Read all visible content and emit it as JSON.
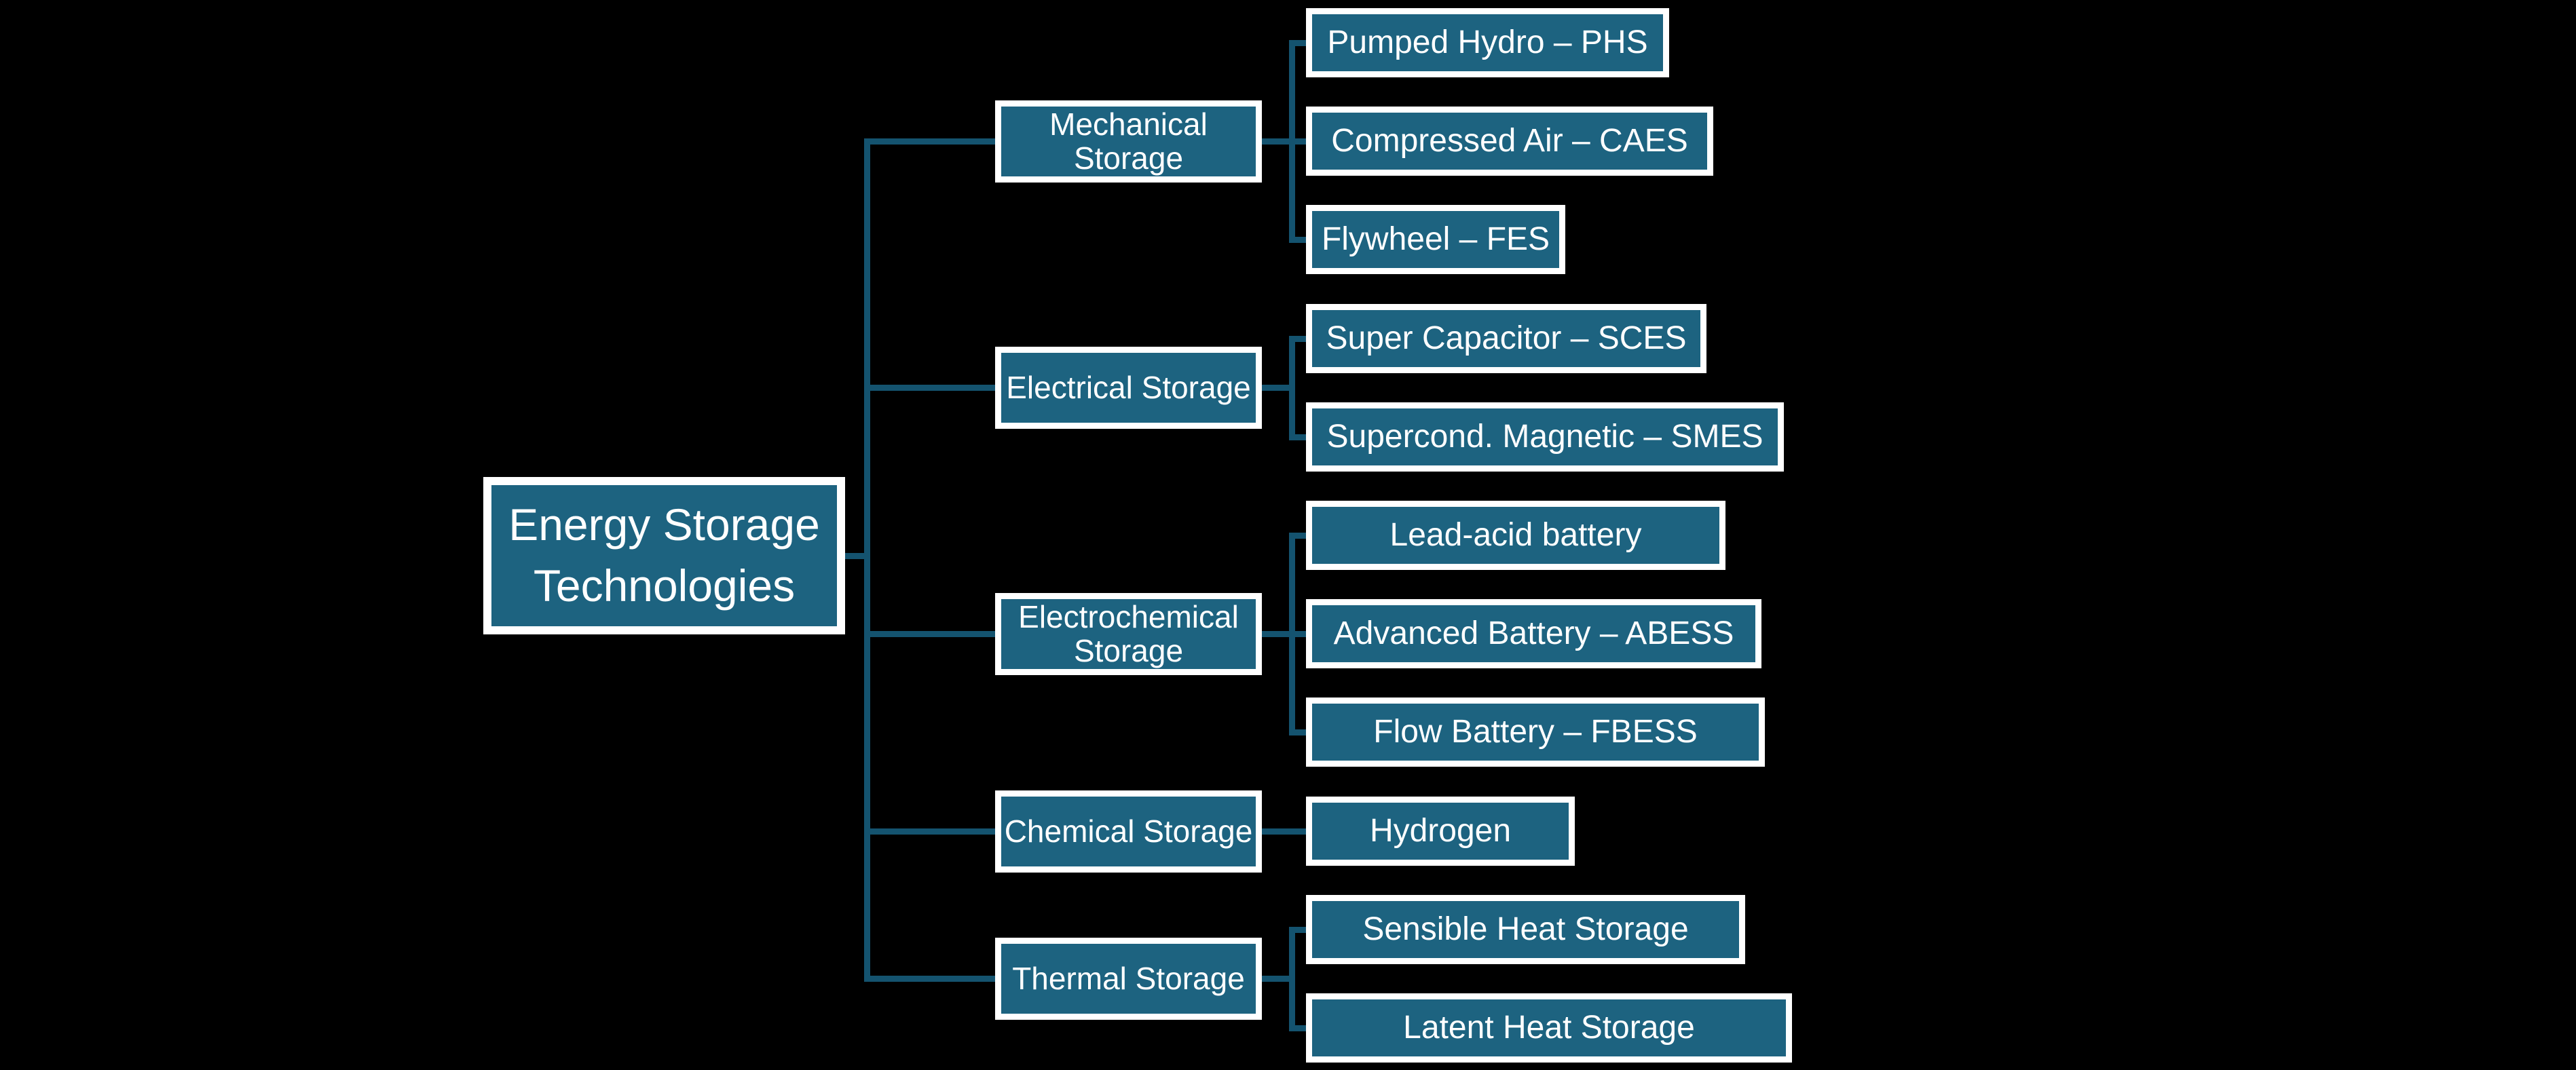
{
  "diagram": {
    "type": "hierarchy",
    "root": {
      "label": "Energy Storage Technologies"
    },
    "branches": [
      {
        "label": "Mechanical Storage",
        "children": [
          "Pumped Hydro – PHS",
          "Compressed Air – CAES",
          "Flywheel – FES"
        ]
      },
      {
        "label": "Electrical Storage",
        "children": [
          "Super Capacitor – SCES",
          "Supercond. Magnetic – SMES"
        ]
      },
      {
        "label": "Electrochemical Storage",
        "children": [
          "Lead-acid battery",
          "Advanced Battery – ABESS",
          "Flow Battery – FBESS"
        ]
      },
      {
        "label": "Chemical Storage",
        "children": [
          "Hydrogen"
        ]
      },
      {
        "label": "Thermal Storage",
        "children": [
          "Sensible Heat Storage",
          "Latent Heat Storage"
        ]
      }
    ],
    "colors": {
      "background": "#000000",
      "node_fill": "#1D6380",
      "node_border": "#FFFFFF",
      "connector": "#14536F",
      "text": "#FFFFFF"
    }
  }
}
